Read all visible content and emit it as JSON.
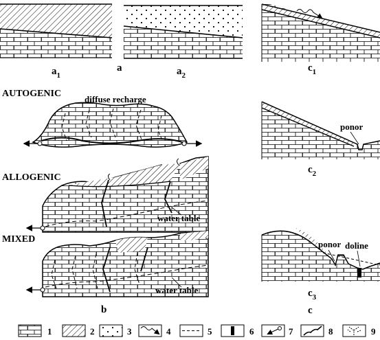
{
  "panels": {
    "a": {
      "letter": "a",
      "sub_a1": {
        "base": "a",
        "index": "1"
      },
      "sub_a2": {
        "base": "a",
        "index": "2"
      }
    },
    "b": {
      "letter": "b",
      "autogenic": {
        "title": "AUTOGENIC",
        "note": "diffuse recharge"
      },
      "allogenic": {
        "title": "ALLOGENIC",
        "note": "water table"
      },
      "mixed": {
        "title": "MIXED",
        "note": "water table"
      }
    },
    "c": {
      "letter": "c",
      "c1": {
        "base": "c",
        "index": "1"
      },
      "c2": {
        "base": "c",
        "index": "2",
        "note": "ponor"
      },
      "c3": {
        "base": "c",
        "index": "3",
        "note_ponor": "ponor",
        "note_doline": "doline"
      }
    }
  },
  "legend": {
    "items": [
      {
        "number": "1",
        "symbol": "limestone-pattern"
      },
      {
        "number": "2",
        "symbol": "hatched-cover"
      },
      {
        "number": "3",
        "symbol": "dotted-cover"
      },
      {
        "number": "4",
        "symbol": "flow-arrow"
      },
      {
        "number": "5",
        "symbol": "water-table-dashed"
      },
      {
        "number": "6",
        "symbol": "black-bar"
      },
      {
        "number": "7",
        "symbol": "spring"
      },
      {
        "number": "8",
        "symbol": "conduit"
      },
      {
        "number": "9",
        "symbol": "fissures"
      }
    ]
  }
}
